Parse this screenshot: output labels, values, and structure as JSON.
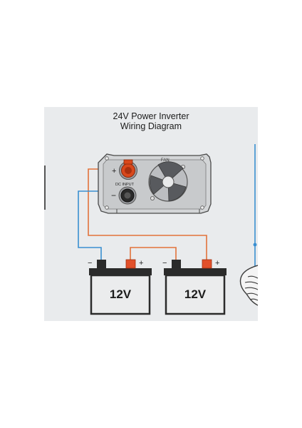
{
  "title": {
    "line1": "24V Power Inverter",
    "line2": "Wiring Diagram"
  },
  "inverter": {
    "fan_label": "FAN",
    "dc_input_label": "DC INPUT",
    "plus_sign": "+",
    "minus_sign": "−"
  },
  "batteries": [
    {
      "label": "12V",
      "neg_sign": "−",
      "pos_sign": "+"
    },
    {
      "label": "12V",
      "neg_sign": "−",
      "pos_sign": "+"
    }
  ],
  "colors": {
    "panel_bg": "#e9ebed",
    "positive_wire": "#e2723a",
    "negative_wire": "#3a8fd1",
    "battery_body": "#ebeced",
    "battery_outline": "#2b2b2b",
    "terminal_red": "#e2502a",
    "terminal_black": "#2a2a2a",
    "inverter_body": "#d3d5d7",
    "knob_red": "#d9481c"
  },
  "icons": [
    "fan-icon",
    "light-bulb-icon",
    "screw-icon"
  ]
}
